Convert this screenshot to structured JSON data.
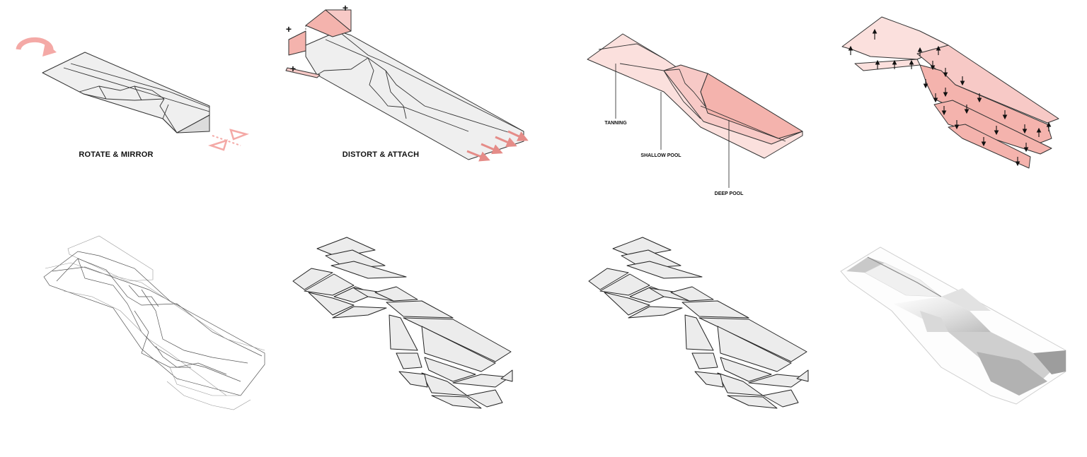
{
  "panels": {
    "p1": {
      "caption": "ROTATE & MIRROR"
    },
    "p2": {
      "caption": "DISTORT & ATTACH",
      "plus_sign": "+"
    },
    "p3": {
      "labels": {
        "tanning": "TANNING",
        "shallow": "SHALLOW POOL",
        "deep": "DEEP POOL"
      }
    }
  },
  "colors": {
    "accent_pink": "#f4a9a6",
    "pool_pink": "#f7c9c6",
    "slab_gray": "#efefef",
    "line": "#333333"
  },
  "icons": {
    "rotate": "rotate-arrow-icon",
    "mirror": "mirror-triangles-icon",
    "stretch": "stretch-arrows-icon",
    "updown": "up-down-arrows-icon"
  }
}
